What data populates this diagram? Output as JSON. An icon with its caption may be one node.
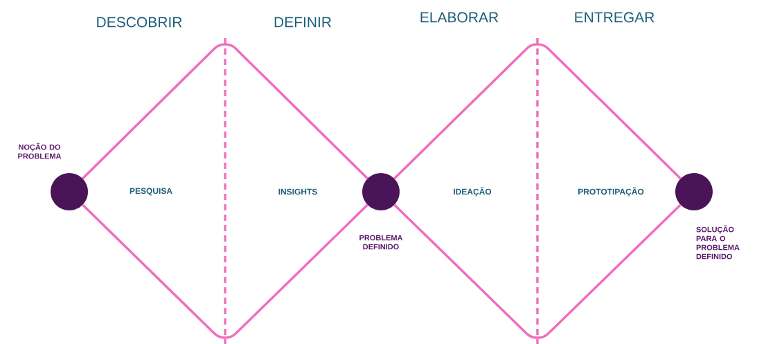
{
  "diagram": {
    "nodes": [
      {
        "text": [],
        "shape": "circle",
        "beside": [
          "NOÇÃO DO PROBLEMA"
        ]
      },
      {
        "text": [],
        "shape": "circle",
        "beside": [
          "PROBLEMA DEFINIDO"
        ]
      },
      {
        "text": [],
        "shape": "circle",
        "beside": [
          "SOLUÇÃO PARA O PROBLEMA DEFINIDO"
        ]
      }
    ],
    "edges": [
      {
        "from": 0,
        "to": 1,
        "arrow": "none"
      },
      {
        "from": 0,
        "to": 1,
        "arrow": "none"
      },
      {
        "from": 1,
        "to": 2,
        "arrow": "none"
      },
      {
        "from": 1,
        "to": 2,
        "arrow": "none"
      }
    ],
    "labels": [
      "DESCOBRIR",
      "DEFINIR",
      "ELABORAR",
      "ENTREGAR",
      "PESQUISA",
      "INSIGHTS",
      "IDEAÇÃO",
      "PROTOTIPAÇÃO"
    ]
  }
}
